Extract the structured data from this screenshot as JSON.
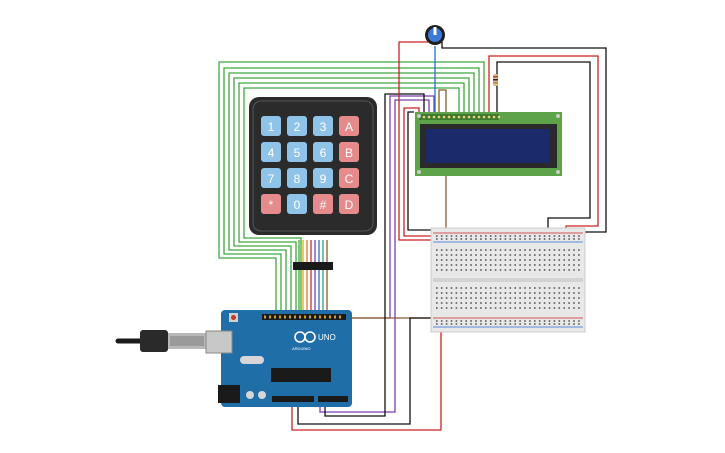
{
  "keypad": {
    "rows": [
      [
        "1",
        "2",
        "3",
        "A"
      ],
      [
        "4",
        "5",
        "6",
        "B"
      ],
      [
        "7",
        "8",
        "9",
        "C"
      ],
      [
        "*",
        "0",
        "#",
        "D"
      ]
    ],
    "colors": {
      "digit": "#8fc3e8",
      "letter": "#e58b8b",
      "body": "#2b2b2b"
    }
  },
  "lcd": {
    "line1": "",
    "line2": ""
  },
  "arduino": {
    "brand": "ARDUINO",
    "model": "UNO",
    "body_color": "#1f6ea8"
  },
  "colors": {
    "wire_green": "#3ea83e",
    "wire_red": "#cc2222",
    "wire_black": "#111111",
    "wire_brown": "#8b5a2b",
    "wire_purple": "#7a3fb0",
    "wire_blue": "#2b6bd6",
    "breadboard": "#e8e8e8"
  }
}
